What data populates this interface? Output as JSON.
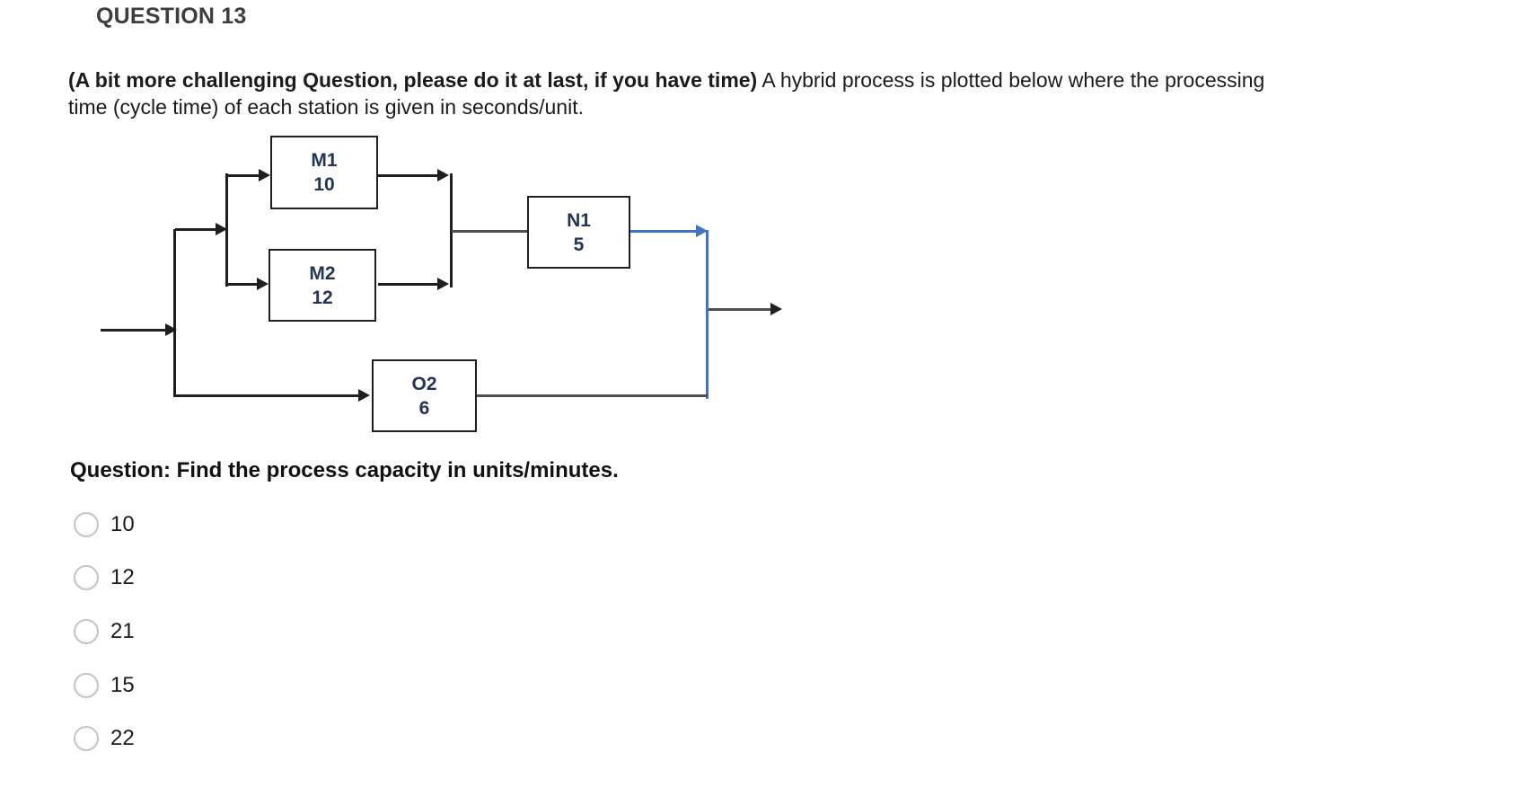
{
  "header": {
    "title": "QUESTION 13"
  },
  "prompt": {
    "bold_intro": "(A bit more challenging Question, please do it at last, if you have time)",
    "rest": " A hybrid process is plotted below where the processing time (cycle time) of each station is given in seconds/unit."
  },
  "diagram": {
    "type": "process-flow",
    "time_units": "seconds/unit",
    "stations": [
      {
        "id": "M1",
        "cycle_time": "10"
      },
      {
        "id": "M2",
        "cycle_time": "12"
      },
      {
        "id": "N1",
        "cycle_time": "5"
      },
      {
        "id": "O2",
        "cycle_time": "6"
      }
    ],
    "structure": "input splits to (M1 parallel M2) then N1, and in parallel to O2; both branches merge to output",
    "colors": {
      "line": "#1f1f1f",
      "accent_blue": "#4472c4",
      "label": "#243552"
    }
  },
  "question": {
    "text": "Question: Find the process capacity in units/minutes."
  },
  "options": [
    "10",
    "12",
    "21",
    "15",
    "22"
  ]
}
